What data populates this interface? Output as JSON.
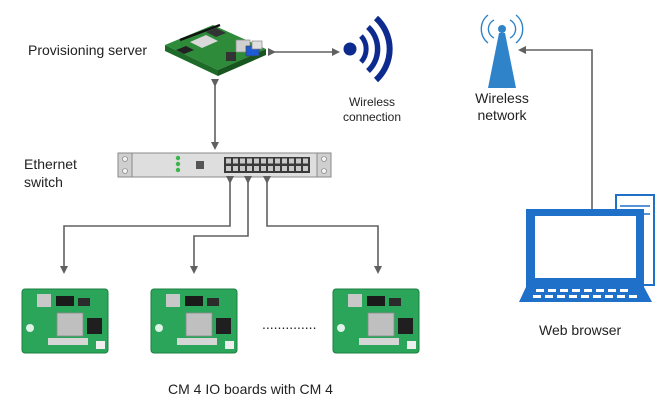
{
  "labels": {
    "provisioning_server": "Provisioning  server",
    "wireless_connection_line1": "Wireless",
    "wireless_connection_line2": "connection",
    "wireless_network_line1": "Wireless",
    "wireless_network_line2": "network",
    "ethernet_switch_line1": "Ethernet",
    "ethernet_switch_line2": "switch",
    "web_browser": "Web browser",
    "boards_caption": "CM 4 IO boards with CM 4",
    "ellipsis": ".............."
  },
  "colors": {
    "wifi_blue": "#0d2b8f",
    "tower_blue": "#2f83c9",
    "monitor_blue": "#1f70c8",
    "board_green": "#2aa55a",
    "pi_green": "#2e8b3a",
    "arrow_gray": "#606060",
    "switch_gray": "#d7d7d7"
  },
  "icons": {
    "server": "raspberry-pi-board-icon",
    "wireless_connection": "wifi-signal-icon",
    "wireless_network": "radio-tower-icon",
    "switch": "ethernet-switch-icon",
    "boards": "compute-module-board-icon",
    "computer": "desktop-computer-icon"
  }
}
